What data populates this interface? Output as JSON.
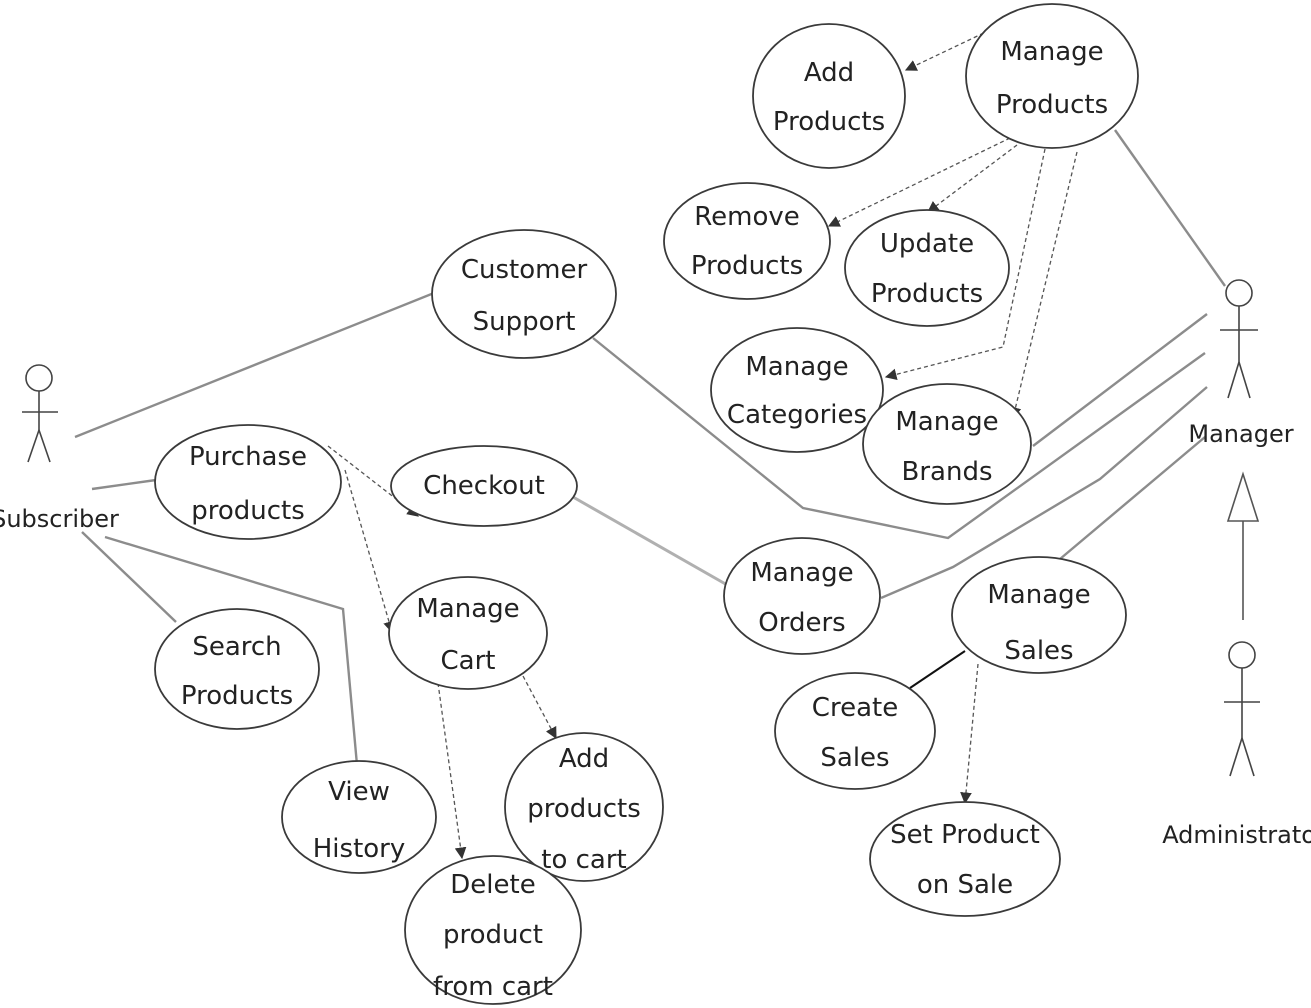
{
  "actors": {
    "subscriber": "Subscriber",
    "manager": "Manager",
    "administrator": "Administrator"
  },
  "use_cases": {
    "add_products": [
      "Add",
      "Products"
    ],
    "manage_products": [
      "Manage",
      "Products"
    ],
    "remove_products": [
      "Remove",
      "Products"
    ],
    "update_products": [
      "Update",
      "Products"
    ],
    "customer_support": [
      "Customer",
      "Support"
    ],
    "manage_categories": [
      "Manage",
      "Categories"
    ],
    "manage_brands": [
      "Manage",
      "Brands"
    ],
    "purchase_products": [
      "Purchase",
      "products"
    ],
    "checkout": [
      "Checkout"
    ],
    "manage_orders": [
      "Manage",
      "Orders"
    ],
    "manage_cart": [
      "Manage",
      "Cart"
    ],
    "manage_sales": [
      "Manage",
      "Sales"
    ],
    "search_products": [
      "Search",
      "Products"
    ],
    "create_sales": [
      "Create",
      "Sales"
    ],
    "view_history": [
      "View",
      "History"
    ],
    "add_products_to_cart": [
      "Add",
      "products",
      "to cart"
    ],
    "delete_product_from_cart": [
      "Delete",
      "product",
      "from cart"
    ],
    "set_product_on_sale": [
      "Set Product",
      "on Sale"
    ]
  }
}
